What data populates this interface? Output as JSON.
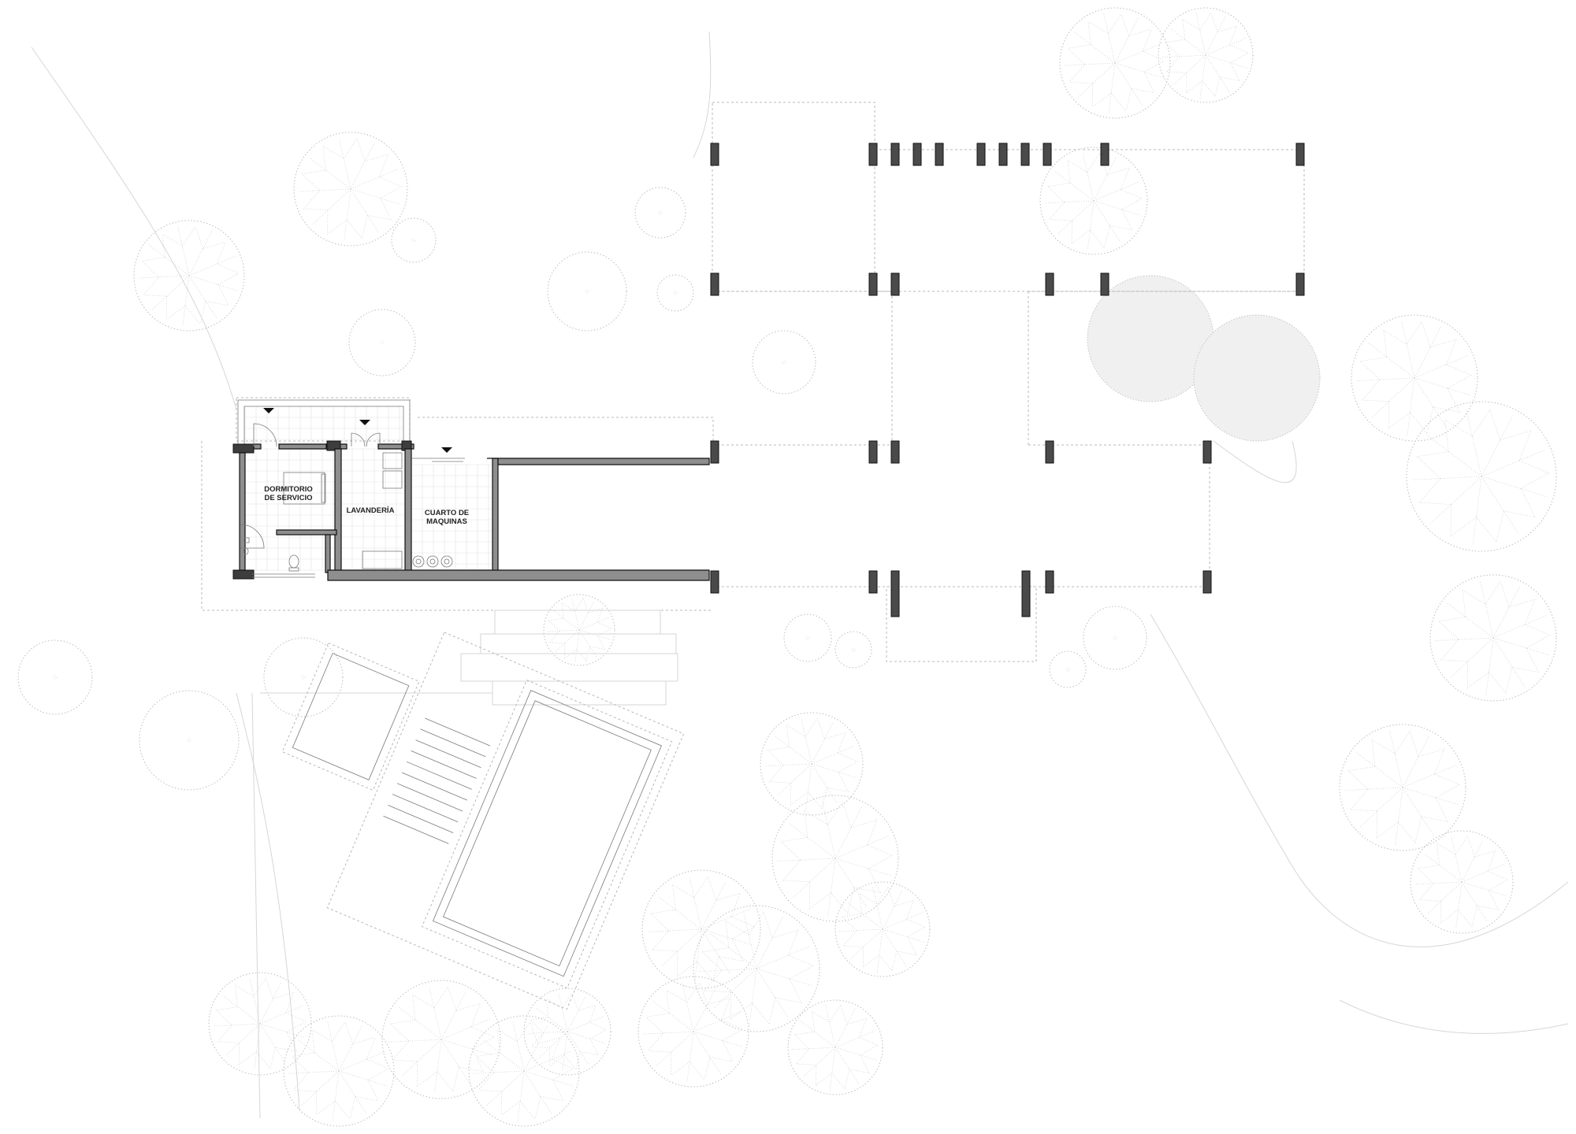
{
  "drawing": {
    "rooms": {
      "dormitorio_line1": "DORMITORIO",
      "dormitorio_line2": "DE SERVICIO",
      "lavanderia": "LAVANDERÍA",
      "maquinas_line1": "CUARTO DE",
      "maquinas_line2": "MAQUINAS"
    },
    "colors": {
      "ink": "#111111",
      "column": "#4a4a4a",
      "wall": "#8e8e8e",
      "site": "#b8b8b8",
      "canopy": "#f0f0f0"
    },
    "icons": [
      "tree-icon",
      "column-icon",
      "entry-marker-icon",
      "door-swing-icon",
      "water-tank-icon",
      "toilet-icon"
    ]
  }
}
